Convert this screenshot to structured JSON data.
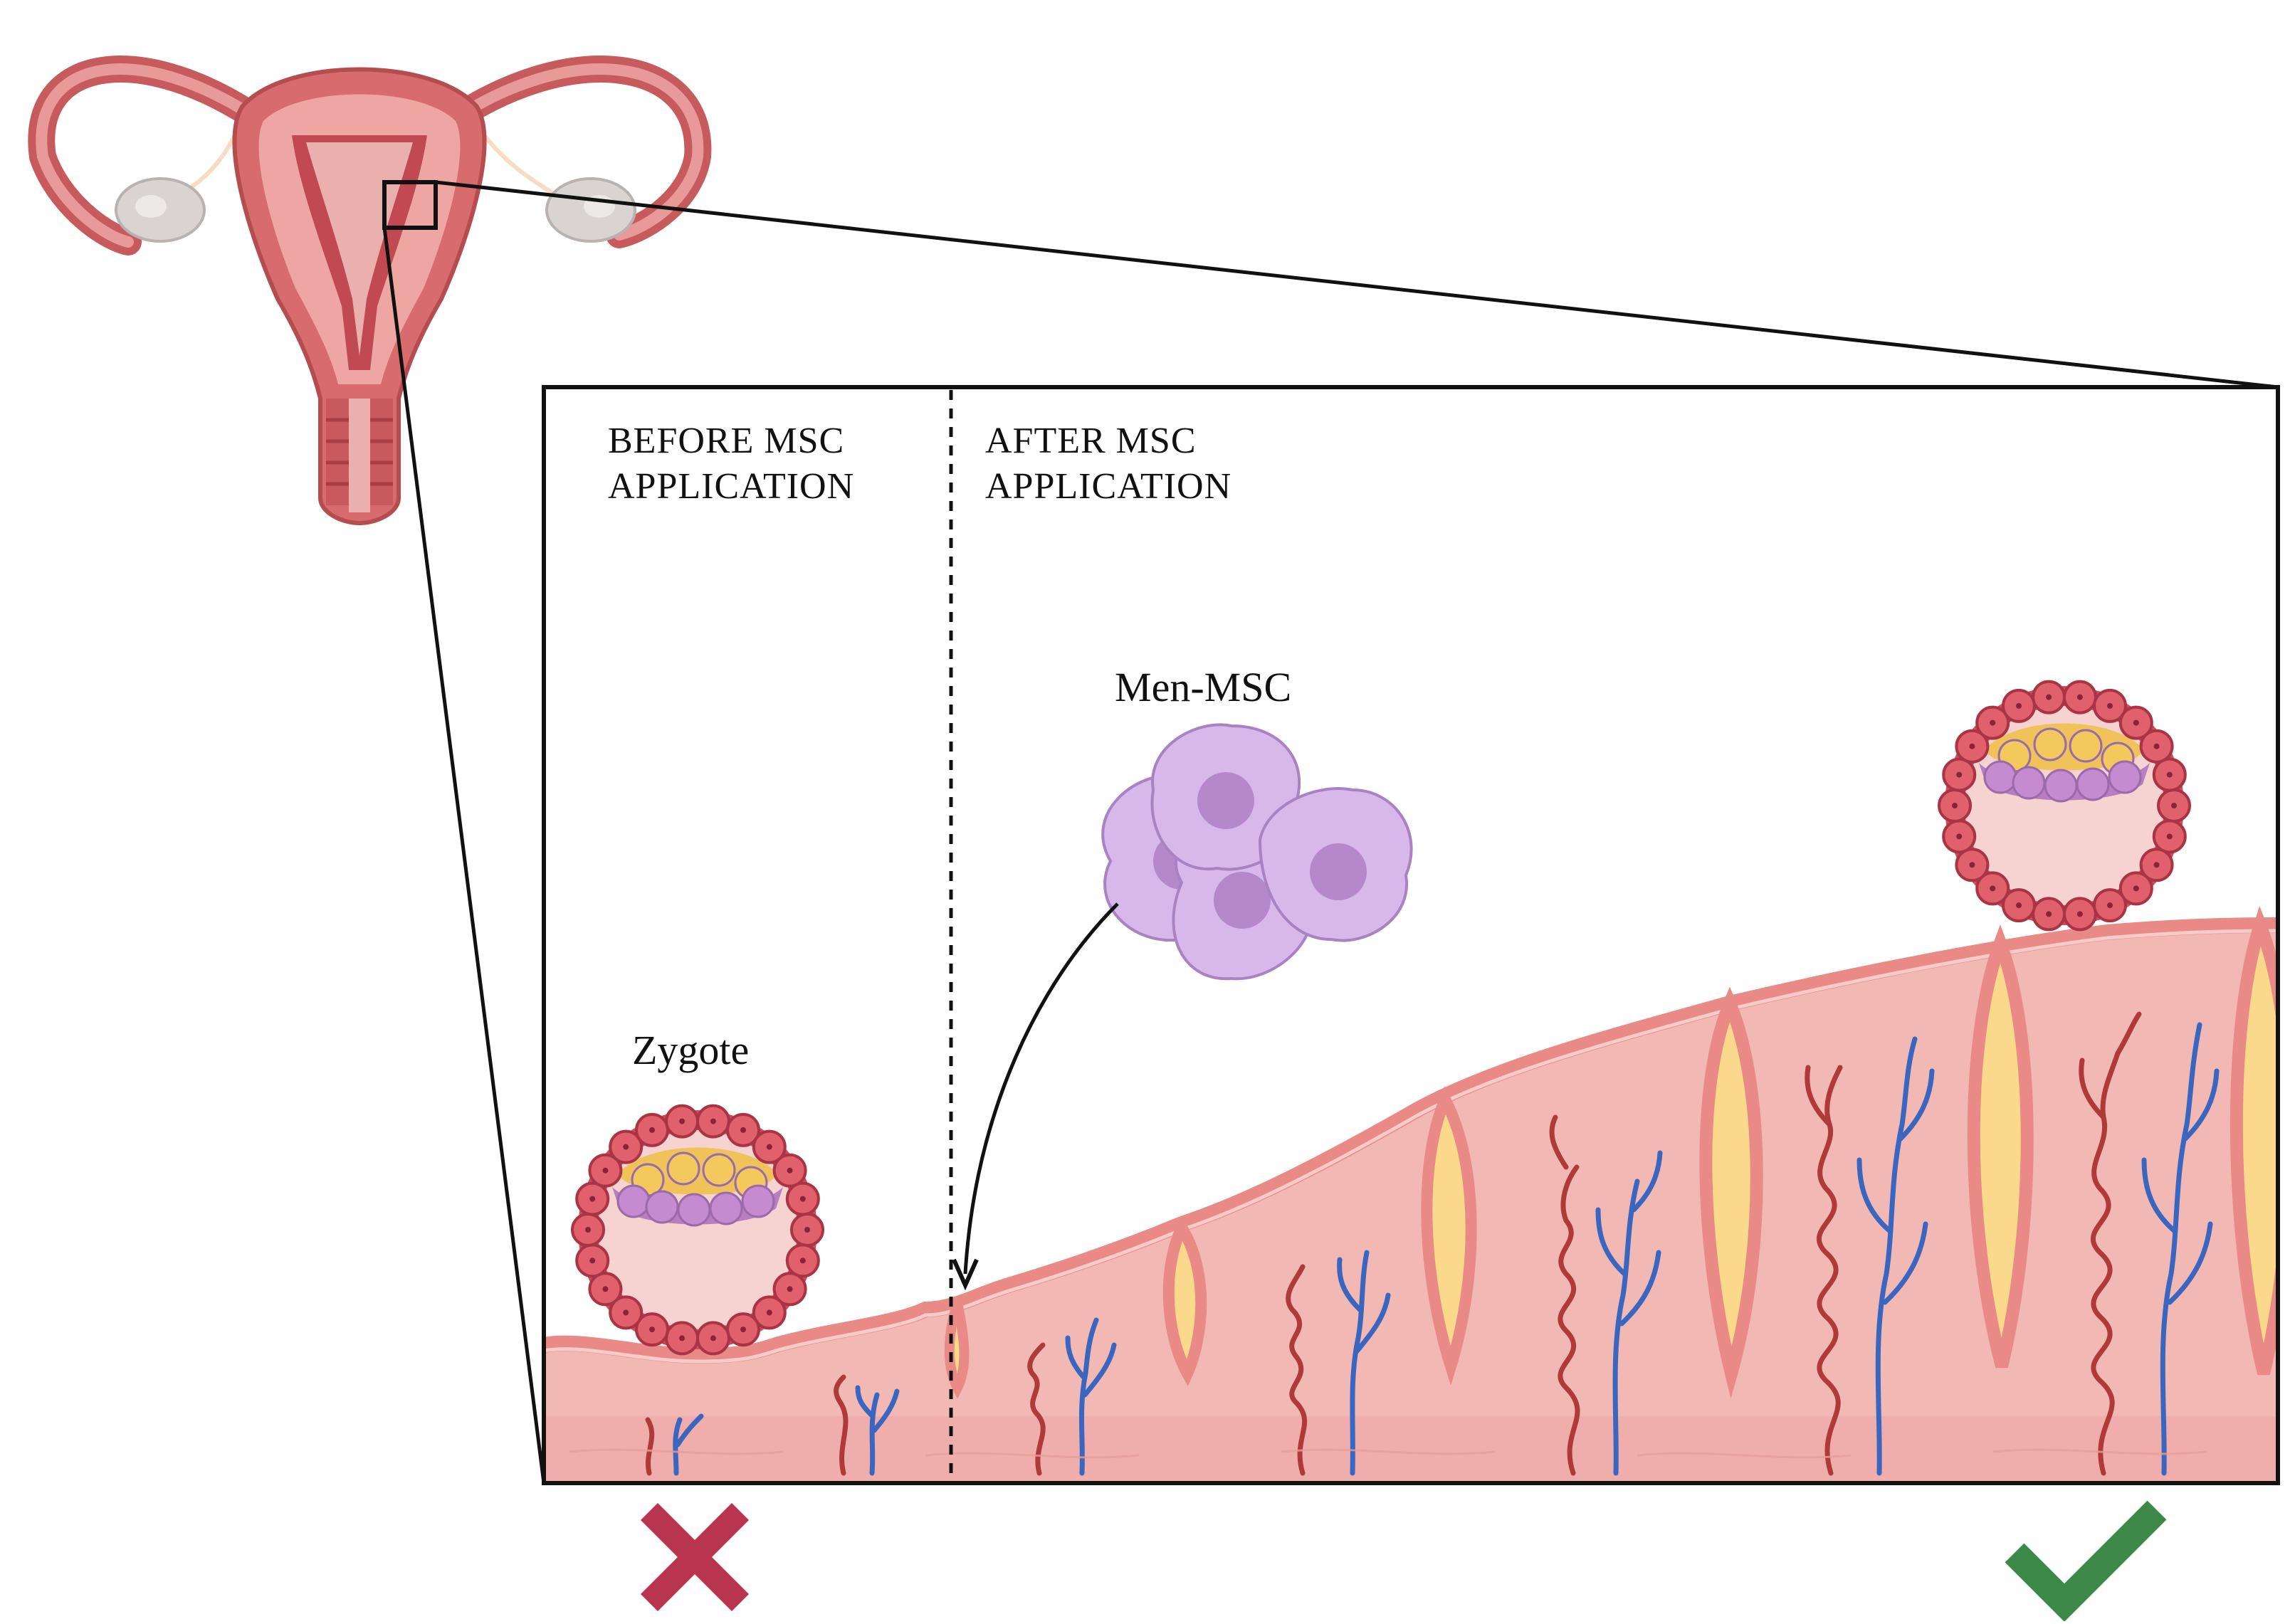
{
  "panels": {
    "before": {
      "line1": "BEFORE MSC",
      "line2": "APPLICATION"
    },
    "after": {
      "line1": "AFTER MSC",
      "line2": "APPLICATION"
    }
  },
  "labels": {
    "zygote": "Zygote",
    "men_msc": "Men-MSC"
  },
  "outcomes": {
    "before": "cross-icon",
    "after": "check-icon"
  },
  "colors": {
    "tissue": "#f2b8b4",
    "tissue_edge": "#e98a86",
    "gland": "#fbd98c",
    "artery": "#b03a3a",
    "vein": "#3a66c0",
    "msc_cell": "#d8b8ea",
    "msc_nucleus": "#b588c9",
    "embryo_ring": "#d24a5a",
    "cross": "#b8344f",
    "check": "#3d8a48"
  }
}
